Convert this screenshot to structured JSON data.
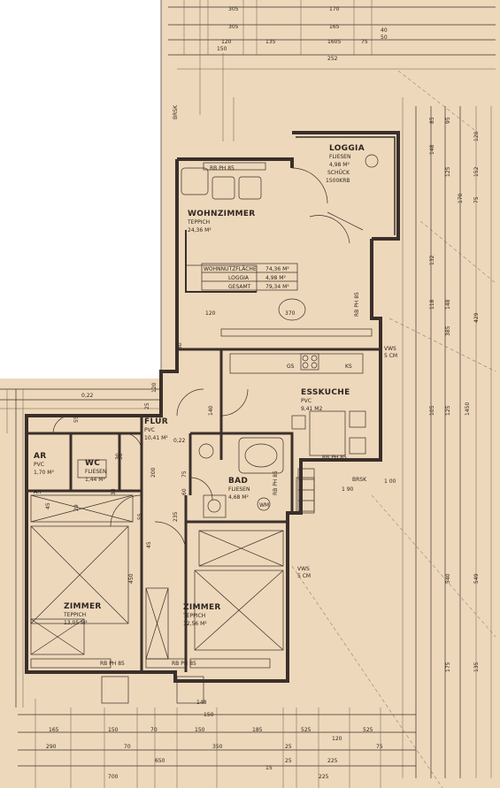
{
  "rooms": {
    "loggia": {
      "name": "LOGGIA",
      "floor": "FLIESEN",
      "area": "4,98 M²",
      "note1": "SCHÜCK",
      "note2": "1500KRB"
    },
    "wohnzimmer": {
      "name": "WOHNZIMMER",
      "floor": "TEPPICH",
      "area": "24,36 M²"
    },
    "esskuche": {
      "name": "ESSKUCHE",
      "floor": "PVC",
      "area": "9,41 M2"
    },
    "flur": {
      "name": "FLUR",
      "floor": "PVC",
      "area": "10,41 M²"
    },
    "ar": {
      "name": "AR",
      "floor": "PVC",
      "area": "1,70 M²"
    },
    "wc": {
      "name": "WC",
      "floor": "FLIESEN",
      "area": "1,44 M²"
    },
    "bad": {
      "name": "BAD",
      "floor": "FLIESEN",
      "area": "4,68 M²"
    },
    "zimmer1": {
      "name": "ZIMMER",
      "floor": "TEPPICH",
      "area": "13,05 M²"
    },
    "zimmer2": {
      "name": "ZIMMER",
      "floor": "TEPPICH",
      "area": "12,56 M²"
    }
  },
  "summary": {
    "row1_label": "WOHNNUTZFLÄCHE",
    "row1_value": "74,36 M²",
    "row2_label": "LOGGIA",
    "row2_value": "4,98 M²",
    "row3_label": "GESAMT",
    "row3_value": "79,34 M²"
  },
  "labels": {
    "rb_ph_top": "RB  PH 85",
    "rb_ph_right": "RB PH 85",
    "rb_ph_left": "RB  PH 85",
    "rb_ph_mid": "RB  PH 85",
    "rb_ph_kitchen": "RB  PH 85",
    "rb_ph_bad": "RB PH 85",
    "vws_kitchen": "VWS",
    "vws_kitchen2": "5 CM",
    "vws_room": "VWS",
    "vws_room2": "5 CM",
    "gs": "GS",
    "ks": "KS",
    "wm": "WM",
    "ah": "AH",
    "brsk_top": "BRSK",
    "brsk_bottom": "BRSK",
    "dim_022a": "0,22",
    "dim_022b": "0,22",
    "val_370": "370",
    "val_120": "120",
    "val_100": "1 00",
    "val_190": "1 90"
  },
  "dims_top": [
    "305",
    "305",
    "170",
    "165",
    "1605",
    "75",
    "120",
    "150",
    "135",
    "40",
    "50",
    "252"
  ],
  "dims_right": [
    "85",
    "95",
    "120",
    "148",
    "170",
    "75",
    "125",
    "152",
    "1450",
    "385",
    "429",
    "132",
    "118",
    "148",
    "105",
    "125",
    "540",
    "549",
    "175",
    "135"
  ],
  "dims_bottom": [
    "165",
    "150",
    "70",
    "150",
    "185",
    "525",
    "120",
    "525",
    "290",
    "70",
    "650",
    "350",
    "25",
    "225",
    "75",
    "25",
    "225",
    "700",
    "15",
    "148",
    "150"
  ],
  "dims_left": [
    "25",
    "120",
    "55",
    "45",
    "29",
    "33",
    "50",
    "55",
    "450",
    "30",
    "200",
    "235",
    "75",
    "140",
    "60",
    "80",
    "45"
  ]
}
